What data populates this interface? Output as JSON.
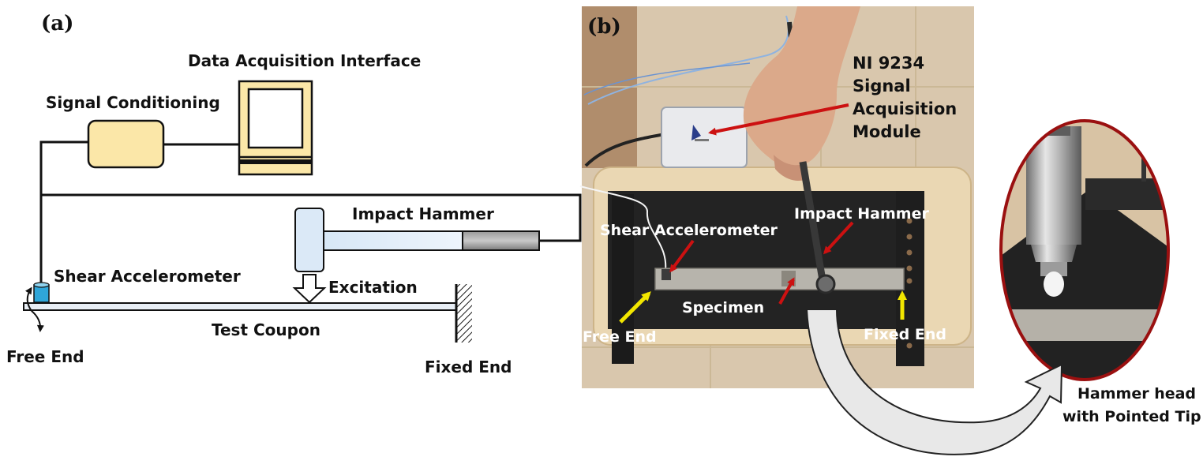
{
  "panel_a": {
    "tag": "(a)",
    "data_acquisition": "Data Acquisition Interface",
    "signal_conditioning": "Signal Conditioning",
    "impact_hammer": "Impact Hammer",
    "shear_accelerometer": "Shear Accelerometer",
    "excitation": "Excitation",
    "test_coupon": "Test Coupon",
    "free_end": "Free End",
    "fixed_end": "Fixed End"
  },
  "panel_b": {
    "tag": "(b)",
    "module_line1": "NI 9234",
    "module_line2": "Signal",
    "module_line3": "Acquisition",
    "module_line4": "Module",
    "impact_hammer": "Impact Hammer",
    "shear_accelerometer": "Shear Accelerometer",
    "specimen": "Specimen",
    "free_end": "Free End",
    "fixed_end": "Fixed End"
  },
  "detail": {
    "line1": "Hammer head",
    "line2": "with Pointed Tip"
  },
  "colors": {
    "computer_fill": "#fbe7a8",
    "hammer_fill": "#dbe9f7",
    "accelerometer": "#2fa6d9",
    "red_arrow": "#cc1111",
    "yellow_arrow": "#f2e600",
    "circle_border": "#9a1010"
  }
}
